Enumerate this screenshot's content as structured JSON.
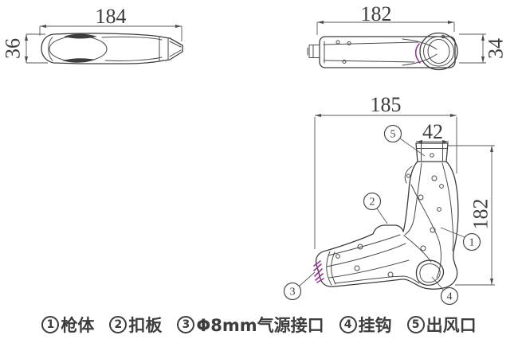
{
  "drawing": {
    "views": {
      "side_profile": {
        "length": "184",
        "height": "36"
      },
      "top_profile": {
        "length": "182",
        "height": "34"
      },
      "front": {
        "overall_width": "185",
        "outlet_width": "42",
        "overall_height": "182"
      }
    },
    "callouts": [
      {
        "num": "1"
      },
      {
        "num": "2"
      },
      {
        "num": "3"
      },
      {
        "num": "4"
      },
      {
        "num": "5"
      }
    ]
  },
  "legend": {
    "items": [
      {
        "num": "1",
        "label": "枪体"
      },
      {
        "num": "2",
        "label": "扣板"
      },
      {
        "num": "3",
        "label": "Φ8mm气源接口"
      },
      {
        "num": "4",
        "label": "挂钩"
      },
      {
        "num": "5",
        "label": "出风口"
      }
    ]
  },
  "colors": {
    "line": "#3d3d3d",
    "accent": "#993399",
    "background": "#ffffff"
  }
}
